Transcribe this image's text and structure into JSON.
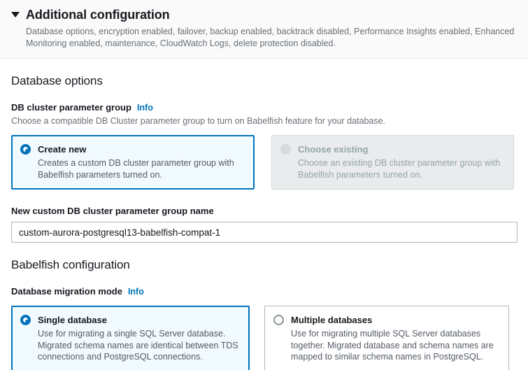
{
  "header": {
    "title": "Additional configuration",
    "summary": "Database options, encryption enabled, failover, backup enabled, backtrack disabled, Performance Insights enabled, Enhanced Monitoring enabled, maintenance, CloudWatch Logs, delete protection disabled.",
    "caret_icon": "caret-down-icon"
  },
  "database_options": {
    "section_title": "Database options",
    "parameter_group": {
      "label": "DB cluster parameter group",
      "info_label": "Info",
      "description": "Choose a compatible DB Cluster parameter group to turn on Babelfish feature for your database.",
      "options": [
        {
          "title": "Create new",
          "description": "Creates a custom DB cluster parameter group with Babelfish parameters turned on.",
          "selected": true,
          "disabled": false
        },
        {
          "title": "Choose existing",
          "description": "Choose an existing DB cluster parameter group with Babelfish parameters turned on.",
          "selected": false,
          "disabled": true
        }
      ]
    },
    "new_group_name": {
      "label": "New custom DB cluster parameter group name",
      "value": "custom-aurora-postgresql13-babelfish-compat-1",
      "placeholder": ""
    }
  },
  "babelfish_configuration": {
    "section_title": "Babelfish configuration",
    "migration_mode": {
      "label": "Database migration mode",
      "info_label": "Info",
      "options": [
        {
          "title": "Single database",
          "description": "Use for migrating a single SQL Server database. Migrated schema names are identical between TDS connections and PostgreSQL connections.",
          "selected": true,
          "disabled": false
        },
        {
          "title": "Multiple databases",
          "description": "Use for migrating multiple SQL Server databases together. Migrated database and schema names are mapped to similar schema names in PostgreSQL.",
          "selected": false,
          "disabled": false
        }
      ]
    }
  },
  "colors": {
    "accent": "#0073bb",
    "selected_tile_bg": "#f1faff",
    "disabled_tile_bg": "#e9ebed",
    "text_primary": "#16191f",
    "text_secondary": "#687078",
    "border": "#aab7b8"
  }
}
